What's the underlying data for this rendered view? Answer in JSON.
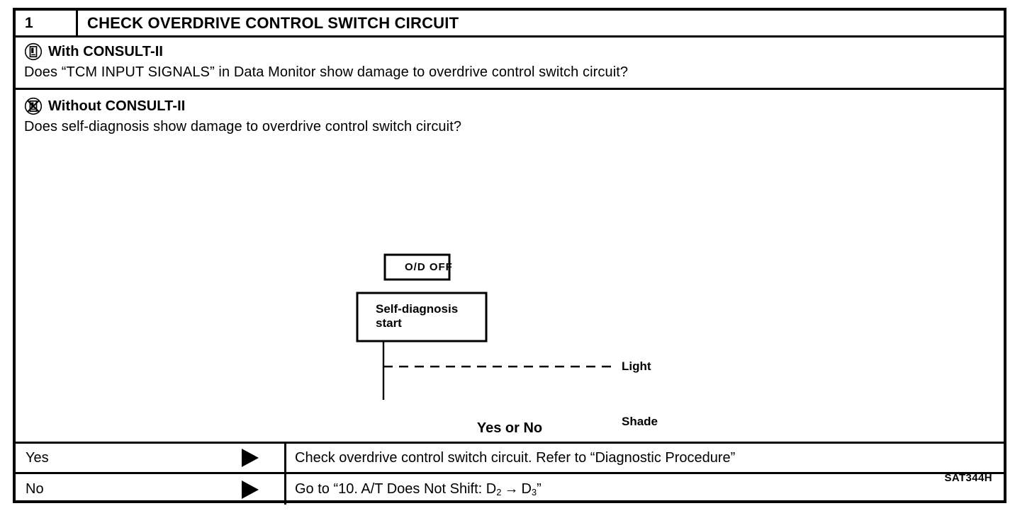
{
  "step": {
    "number": "1",
    "title": "CHECK OVERDRIVE CONTROL SWITCH CIRCUIT"
  },
  "with_consult": {
    "icon": "consult-device-icon",
    "heading": "With CONSULT-II",
    "question": "Does “TCM INPUT SIGNALS” in Data Monitor show damage to overdrive control switch circuit?"
  },
  "without_consult": {
    "icon": "consult-device-crossed-icon",
    "heading": "Without CONSULT-II",
    "question": "Does self-diagnosis show damage to overdrive control switch circuit?"
  },
  "figure": {
    "od_off_label": "O/D OFF",
    "self_diagnosis_line1": "Self-diagnosis",
    "self_diagnosis_line2": "start",
    "light_label": "Light",
    "shade_label": "Shade",
    "figure_code": "SAT344H"
  },
  "prompt": "Yes or No",
  "results": [
    {
      "key": "Yes",
      "marker": "triangle-right-icon",
      "action": "Check overdrive control switch circuit. Refer to “Diagnostic Procedure”",
      "action_prefix": "",
      "has_subscript": false
    },
    {
      "key": "No",
      "marker": "triangle-right-icon",
      "action": "Go to “10. A/T Does Not Shift: D2 → D3”",
      "action_prefix": "Go to “10. A/T Does Not Shift: D",
      "sub1": "2",
      "mid": "→",
      "letter2": "D",
      "sub2": "3",
      "action_suffix": "”",
      "has_subscript": true
    }
  ],
  "colors": {
    "ink": "#000000",
    "paper": "#ffffff"
  }
}
